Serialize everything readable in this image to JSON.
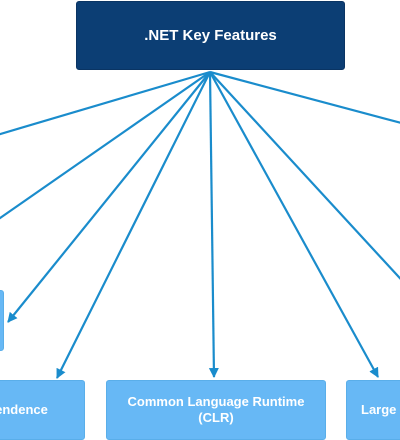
{
  "diagram": {
    "root": {
      "label": ".NET Key Features"
    },
    "children": [
      {
        "id": "platform",
        "label": "pendence"
      },
      {
        "id": "clr",
        "label": "Common Language Runtime (CLR)"
      },
      {
        "id": "large",
        "label": "Large"
      }
    ],
    "colors": {
      "root_fill": "#0c3e74",
      "child_fill": "#67b8f5",
      "edge": "#1a8ccc"
    }
  }
}
